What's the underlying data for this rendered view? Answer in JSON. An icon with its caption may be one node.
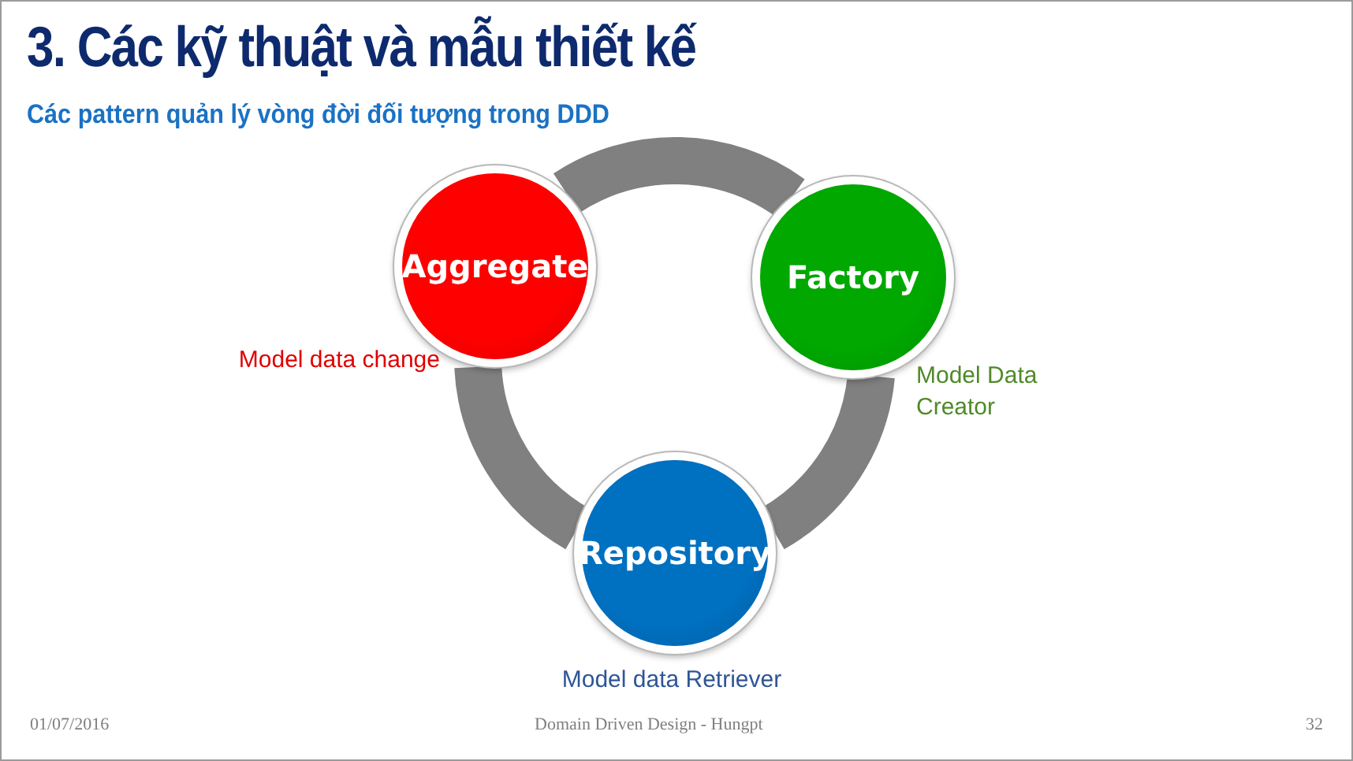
{
  "diagram": {
    "title": "3. Các kỹ thuật và mẫu thiết kế",
    "nodes": [
      {
        "text": [
          "Aggregate"
        ],
        "beside": [
          "Model data change"
        ]
      },
      {
        "text": [
          "Factory"
        ],
        "beside": [
          "Model Data Creator"
        ]
      },
      {
        "text": [
          "Repository"
        ],
        "beside": [
          "Model data Retriever"
        ]
      }
    ],
    "edges": [
      {
        "from": 0,
        "to": 1,
        "arrow": "none"
      },
      {
        "from": 1,
        "to": 2,
        "arrow": "none"
      },
      {
        "from": 2,
        "to": 0,
        "arrow": "none"
      }
    ],
    "labels": [
      "Các pattern quản lý vòng đời đối tượng trong DDD",
      "01/07/2016",
      "Domain Driven Design - Hungpt",
      "32"
    ]
  }
}
